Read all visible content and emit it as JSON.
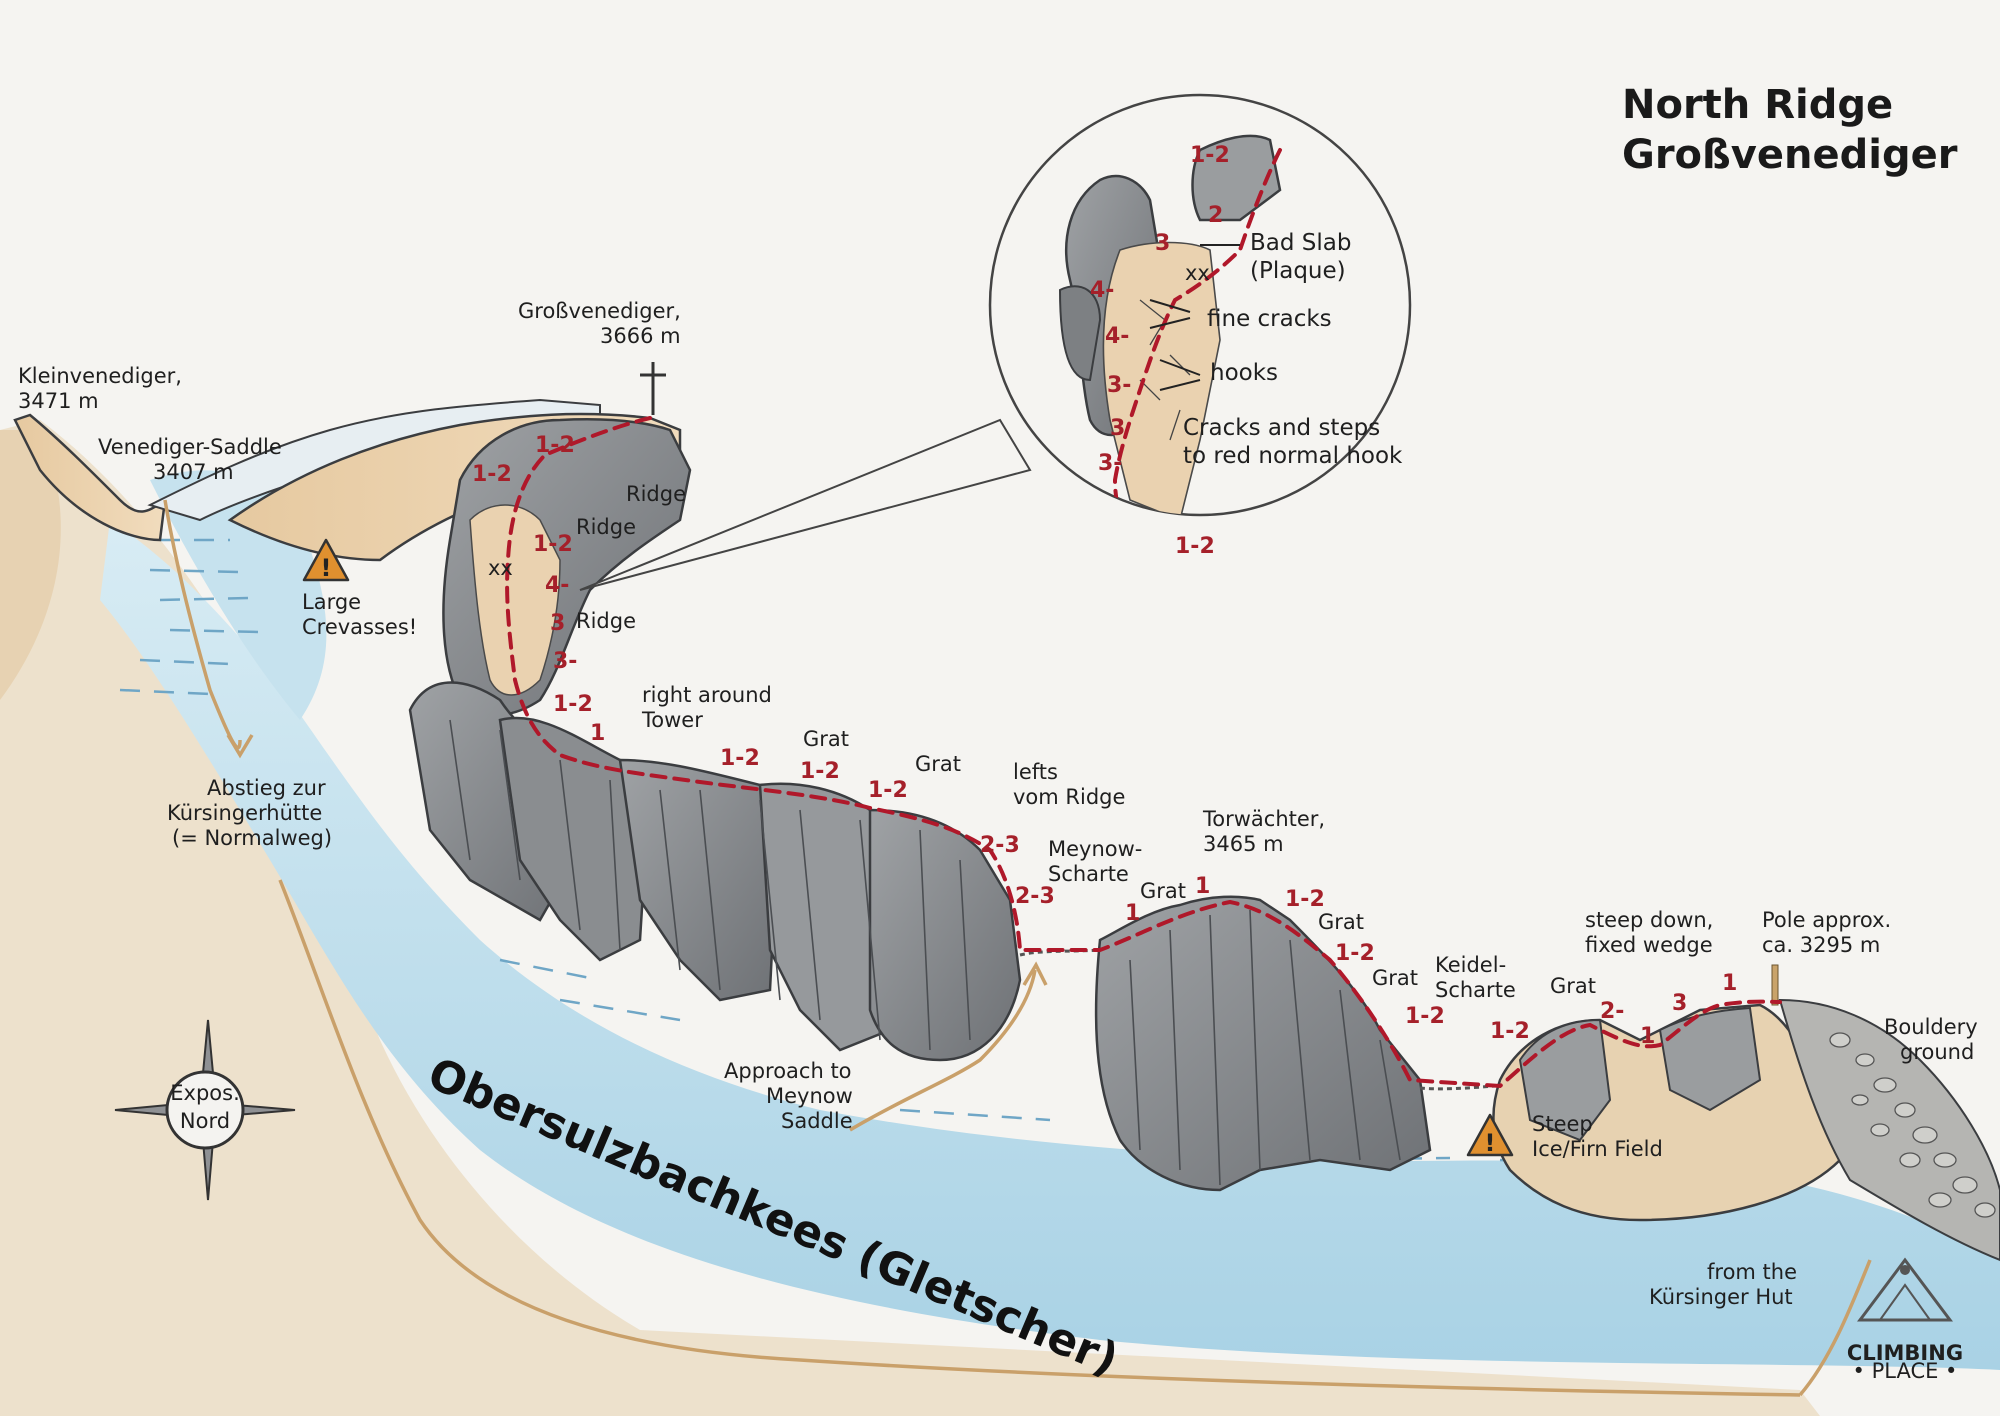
{
  "title": {
    "line1": "North Ridge",
    "line2": "Großvenediger"
  },
  "peaks": {
    "kleinvenediger": {
      "name": "Kleinvenediger,",
      "alt": "3471 m"
    },
    "saddle": {
      "name": "Venediger-Saddle",
      "alt": "3407 m"
    },
    "summit": {
      "name": "Großvenediger,",
      "alt": "3666 m"
    },
    "torwaechter": {
      "name": "Torwächter,",
      "alt": "3465 m"
    },
    "pole": {
      "line1": "Pole approx.",
      "line2": "ca. 3295 m"
    }
  },
  "labels": {
    "ridge1": "Ridge",
    "ridge2": "Ridge",
    "ridge3": "Ridge",
    "crevasses": {
      "line1": "Large",
      "line2": "Crevasses!"
    },
    "right_around": {
      "line1": "right around",
      "line2": "Tower"
    },
    "grat1": "Grat",
    "grat2": "Grat",
    "grat3": "Grat",
    "grat4": "Grat",
    "grat5": "Grat",
    "grat6": "Grat",
    "lefts": {
      "line1": "lefts",
      "line2": "vom Ridge"
    },
    "meynow": {
      "line1": "Meynow-",
      "line2": "Scharte"
    },
    "keidel": {
      "line1": "Keidel-",
      "line2": "Scharte"
    },
    "steep_down": {
      "line1": "steep down,",
      "line2": "fixed wedge"
    },
    "bouldery": {
      "line1": "Bouldery",
      "line2": "ground"
    },
    "descent": {
      "line1": "Abstieg zur",
      "line2": "Kürsingerhütte",
      "line3": "(= Normalweg)"
    },
    "approach": {
      "line1": "Approach to",
      "line2": "Meynow",
      "line3": "Saddle"
    },
    "steep_ice": {
      "line1": "Steep",
      "line2": "Ice/Firn Field"
    },
    "from_hut": {
      "line1": "from the",
      "line2": "Kürsinger Hut"
    },
    "glacier": "Obersulzbachkees (Gletscher)",
    "compass": {
      "line1": "Expos.",
      "line2": "Nord"
    }
  },
  "inset": {
    "bad_slab": {
      "line1": "Bad Slab",
      "line2": "(Plaque)"
    },
    "fine_cracks": "fine cracks",
    "hooks": "hooks",
    "cracks_steps": {
      "line1": "Cracks and steps",
      "line2": "to red normal hook"
    },
    "anchor": "xx",
    "grades": [
      "1-2",
      "2",
      "3",
      "4-",
      "4-",
      "3-",
      "3",
      "3-",
      "1-2"
    ]
  },
  "route_grades": [
    "1-2",
    "1-2",
    "1-2",
    "4-",
    "3",
    "3-",
    "1-2",
    "1",
    "1-2",
    "1-2",
    "1-2",
    "2-3",
    "2-3",
    "1",
    "1",
    "1-2",
    "1-2",
    "1-2",
    "1-2",
    "2-",
    "1",
    "3",
    "1"
  ],
  "anchor_mark": "xx",
  "logo": {
    "line1": "CLIMBING",
    "line2": "• PLACE •"
  },
  "colors": {
    "route": "#b0182a",
    "glacier": "#bcdcea",
    "rock": "#8e9093",
    "warning": "#e0902f"
  }
}
